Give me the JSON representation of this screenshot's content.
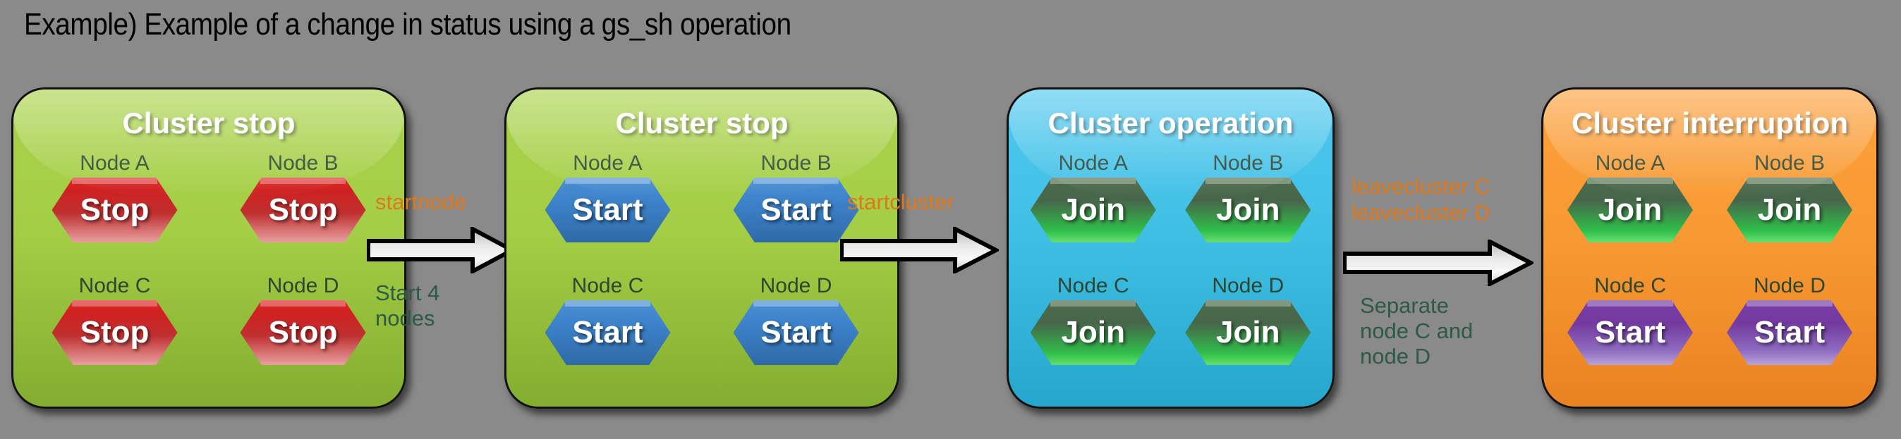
{
  "title": "Example) Example of a change in status using a gs_sh operation",
  "background_color": "#8a8a8a",
  "colors": {
    "box_green": "#a4ce45",
    "box_cyan": "#40bfe4",
    "box_orange": "#f89a33",
    "hex_stop_red": "#d02020",
    "hex_start_blue": "#3d83cb",
    "hex_join_green": "#2fbf4a",
    "hex_start_purple": "#73399f",
    "label_dark_green": "#2c4632",
    "arrow_label_orange": "#e07818",
    "arrow_sublabel_green": "#2c5a45"
  },
  "stages": [
    {
      "title": "Cluster stop",
      "box_color": "green",
      "nodes": [
        {
          "label": "Node A",
          "status": "Stop",
          "style": "stop"
        },
        {
          "label": "Node B",
          "status": "Stop",
          "style": "stop"
        },
        {
          "label": "Node C",
          "status": "Stop",
          "style": "stop"
        },
        {
          "label": "Node D",
          "status": "Stop",
          "style": "stop"
        }
      ]
    },
    {
      "title": "Cluster stop",
      "box_color": "green",
      "nodes": [
        {
          "label": "Node A",
          "status": "Start",
          "style": "start-blue"
        },
        {
          "label": "Node B",
          "status": "Start",
          "style": "start-blue"
        },
        {
          "label": "Node C",
          "status": "Start",
          "style": "start-blue"
        },
        {
          "label": "Node D",
          "status": "Start",
          "style": "start-blue"
        }
      ]
    },
    {
      "title": "Cluster operation",
      "box_color": "cyan",
      "nodes": [
        {
          "label": "Node A",
          "status": "Join",
          "style": "join"
        },
        {
          "label": "Node B",
          "status": "Join",
          "style": "join"
        },
        {
          "label": "Node C",
          "status": "Join",
          "style": "join"
        },
        {
          "label": "Node D",
          "status": "Join",
          "style": "join"
        }
      ]
    },
    {
      "title": "Cluster interruption",
      "box_color": "orange",
      "nodes": [
        {
          "label": "Node A",
          "status": "Join",
          "style": "join"
        },
        {
          "label": "Node B",
          "status": "Join",
          "style": "join"
        },
        {
          "label": "Node C",
          "status": "Start",
          "style": "start-purple"
        },
        {
          "label": "Node D",
          "status": "Start",
          "style": "start-purple"
        }
      ]
    }
  ],
  "transitions": [
    {
      "command_line1": "startnode",
      "command_line2": "",
      "note_line1": "Start 4",
      "note_line2": "nodes",
      "note_line3": ""
    },
    {
      "command_line1": "startcluster",
      "command_line2": "",
      "note_line1": "",
      "note_line2": "",
      "note_line3": ""
    },
    {
      "command_line1": "leavecluster C",
      "command_line2": "leavecluster D",
      "note_line1": "Separate",
      "note_line2": "node C and",
      "note_line3": "node D"
    }
  ]
}
